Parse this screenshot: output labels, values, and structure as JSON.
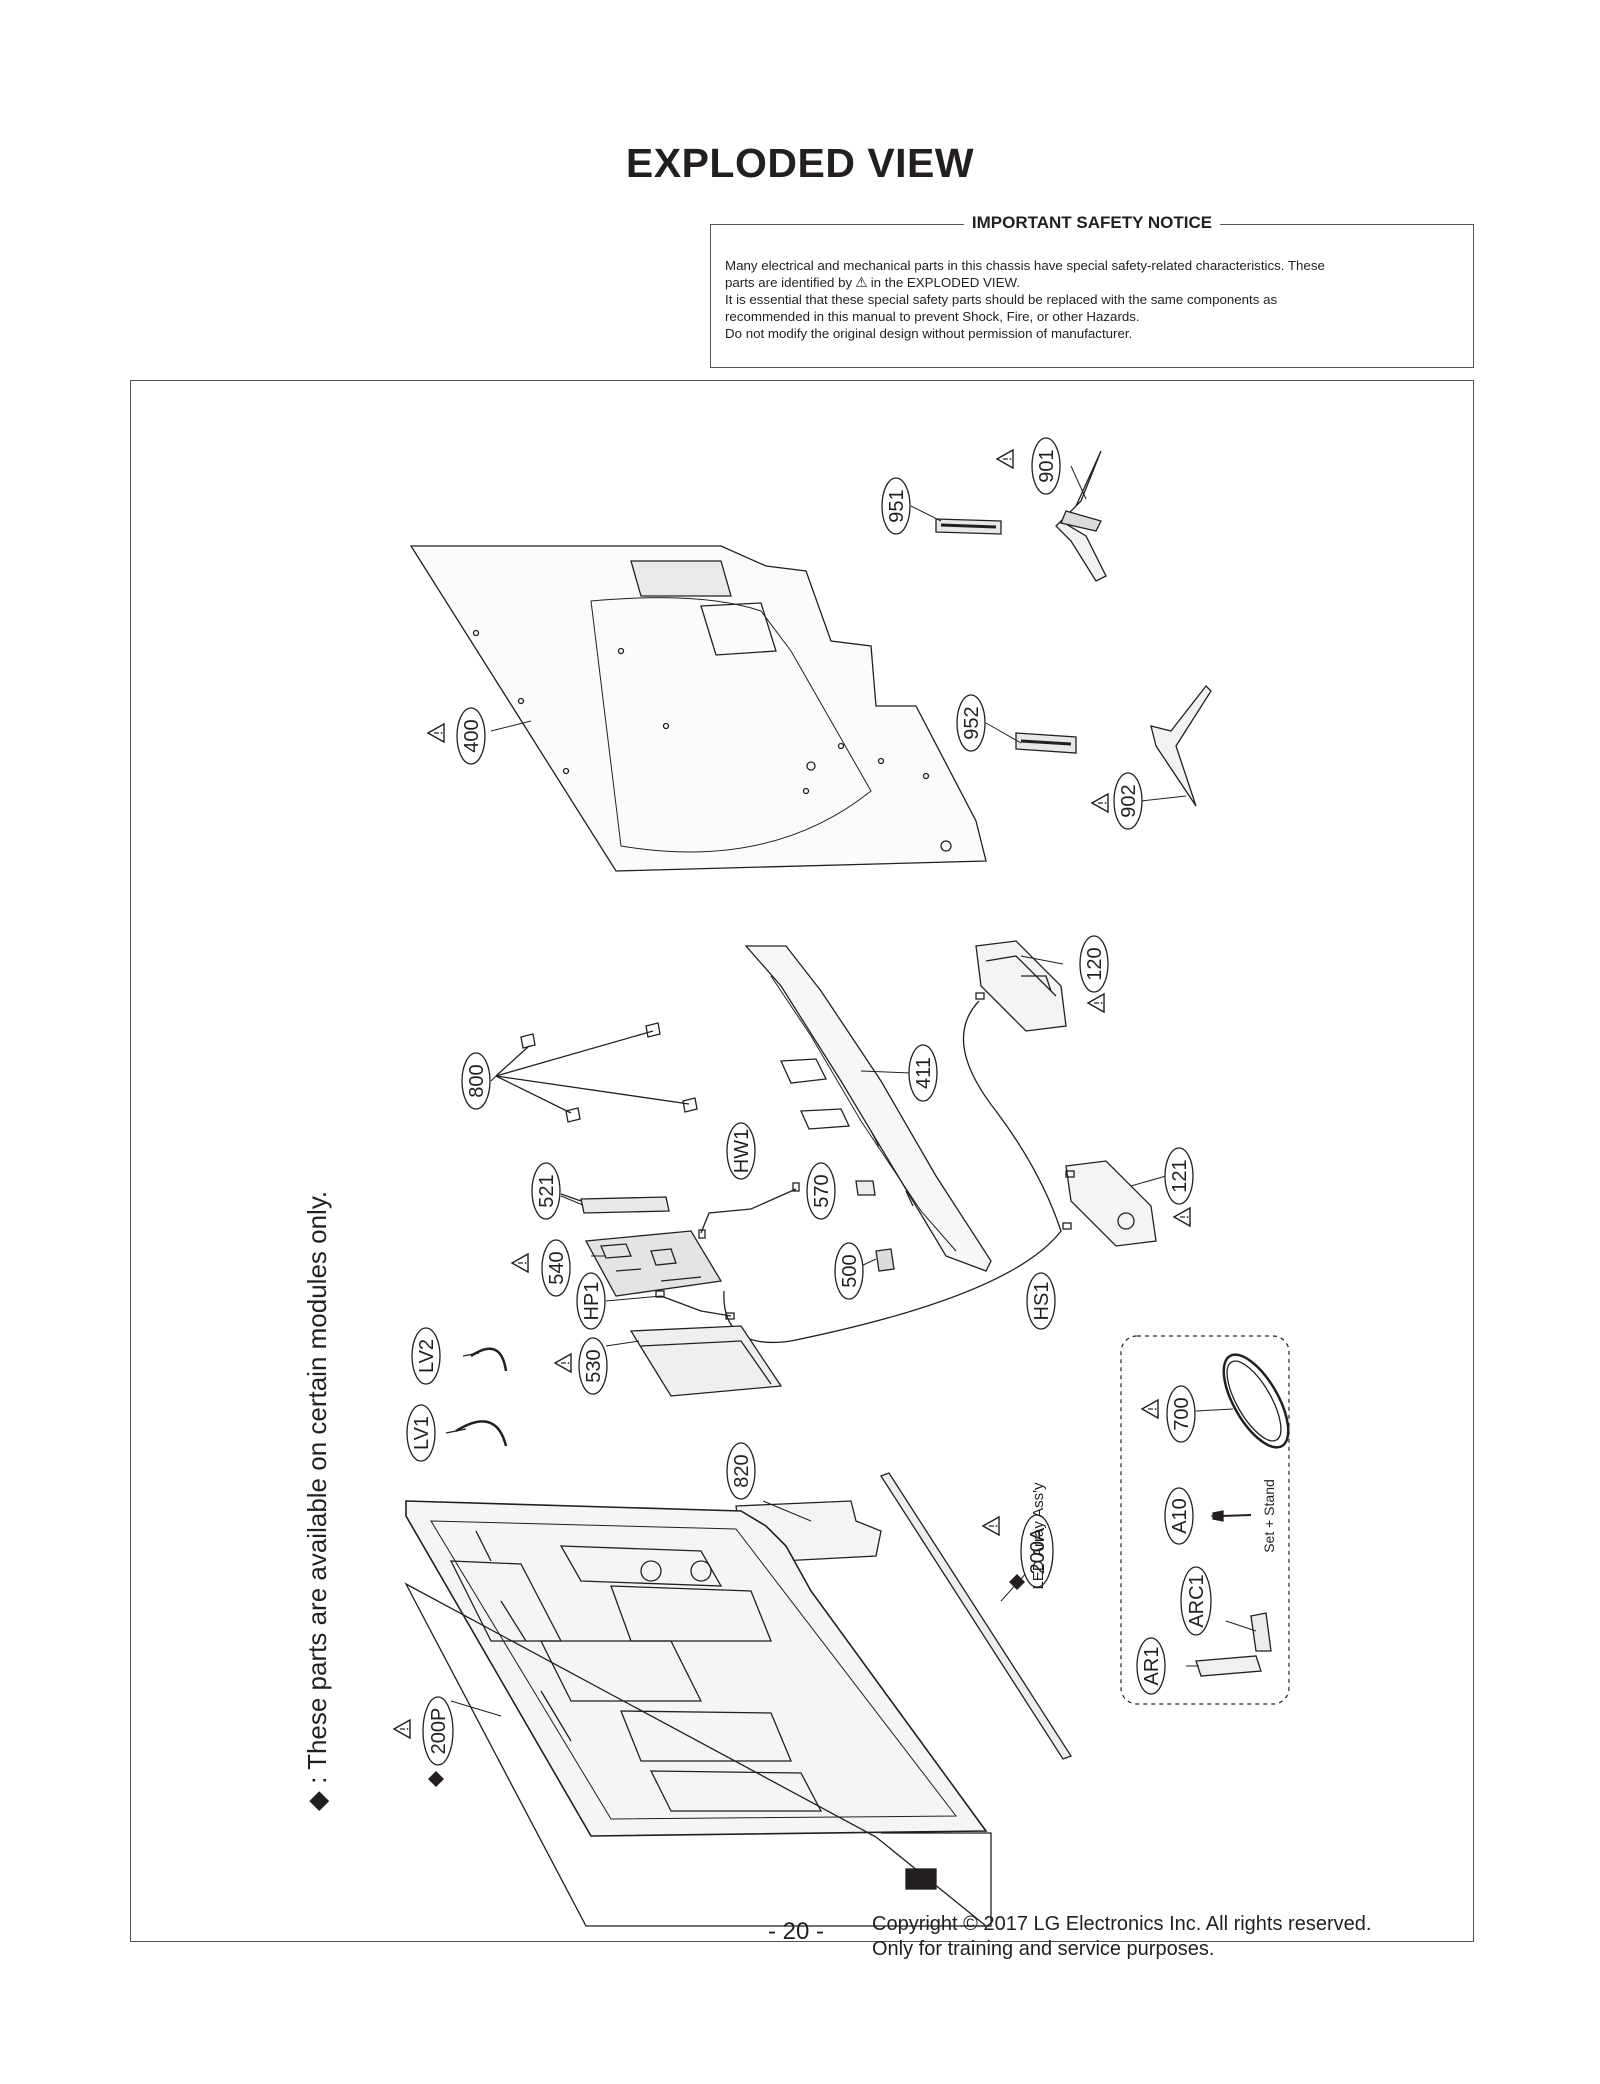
{
  "title": "EXPLODED VIEW",
  "notice": {
    "heading": "IMPORTANT SAFETY NOTICE",
    "line1": "Many electrical and mechanical parts in this chassis have special safety-related characteristics. These",
    "line2_pre": "parts are identified by",
    "line2_symbol": "⚠",
    "line2_post": "in the EXPLODED VIEW.",
    "line3": "It is essential that these special safety parts should be replaced with the same components as",
    "line4": "recommended in this manual to prevent Shock, Fire, or other Hazards.",
    "line5": "Do not modify the original design without permission of manufacturer."
  },
  "side_note": "◆ : These parts are available on certain modules only.",
  "parts": {
    "p901": "901",
    "p951": "951",
    "p400": "400",
    "p952": "952",
    "p902": "902",
    "p120": "120",
    "p411": "411",
    "p800": "800",
    "pHW1": "HW1",
    "p521": "521",
    "p570": "570",
    "p540": "540",
    "p121": "121",
    "p500": "500",
    "pHP1": "HP1",
    "pHS1": "HS1",
    "pLV2": "LV2",
    "p530": "530",
    "p700": "700",
    "pLV1": "LV1",
    "p820": "820",
    "pA10": "A10",
    "p200A": "200A",
    "pARC1": "ARC1",
    "pAR1": "AR1",
    "p200P": "200P"
  },
  "annotations": {
    "led_array": "LED Array Ass'y",
    "set_stand": "Set + Stand",
    "warning_symbol": "⚠",
    "diamond_symbol": "◆"
  },
  "footer": {
    "page": "- 20 -",
    "copyright": "Copyright © 2017 LG Electronics Inc. All rights reserved.",
    "training": "Only for training and service purposes."
  }
}
